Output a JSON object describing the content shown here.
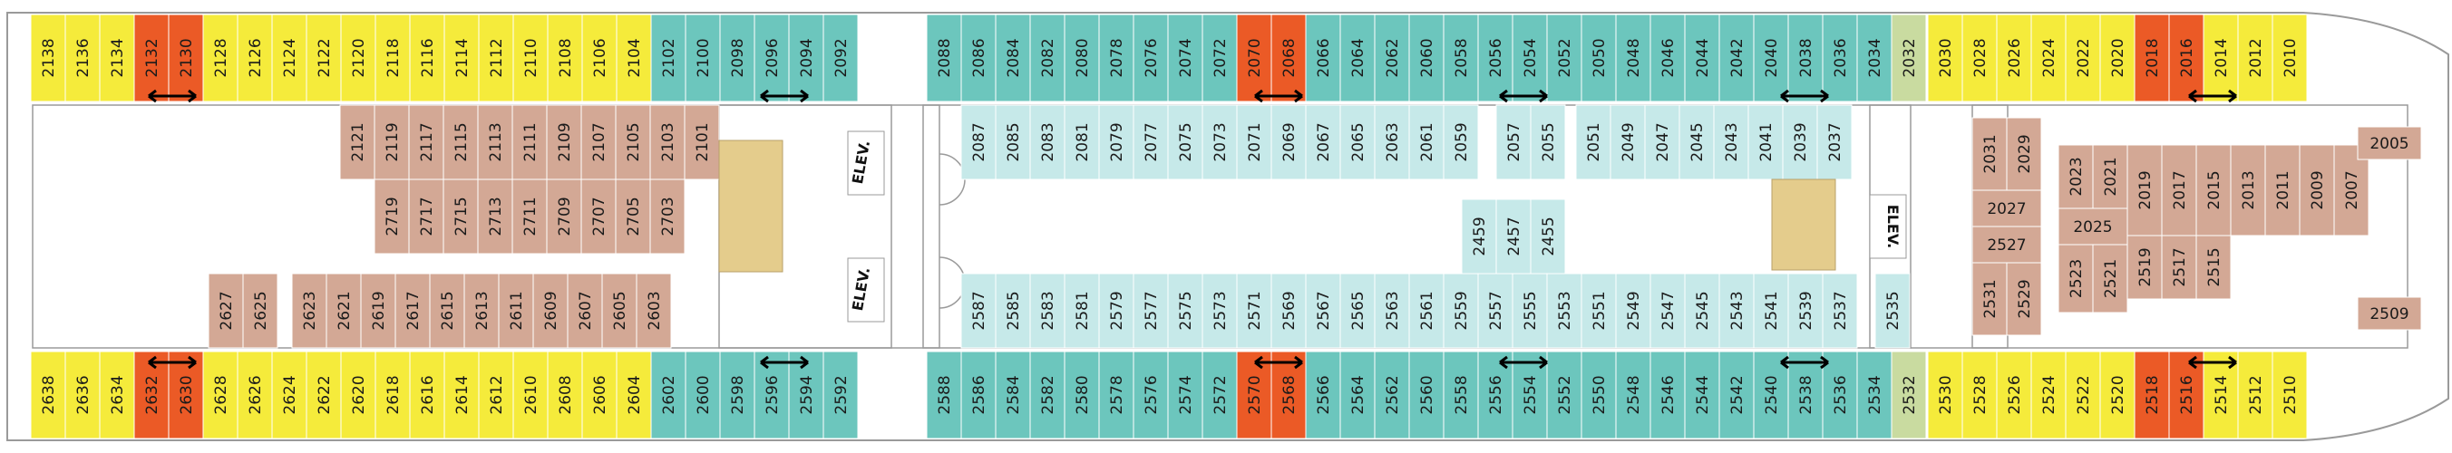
{
  "deck": {
    "elevator_label": "ELEV.",
    "colors": {
      "balcony": "#f5eb3b",
      "suite": "#eb5a26",
      "oceanview": "#6cc6bd",
      "interior": "#d3a895",
      "interior_light": "#c6e9e9",
      "special": "#c9dba0",
      "stairs": "#e4cc8c",
      "outline": "#9a9a9a"
    }
  },
  "rooms": {
    "top_row": [
      {
        "n": "2138",
        "c": "balcony"
      },
      {
        "n": "2136",
        "c": "balcony"
      },
      {
        "n": "2134",
        "c": "balcony"
      },
      {
        "n": "2132",
        "c": "suite"
      },
      {
        "n": "2130",
        "c": "suite"
      },
      {
        "n": "2128",
        "c": "balcony"
      },
      {
        "n": "2126",
        "c": "balcony"
      },
      {
        "n": "2124",
        "c": "balcony"
      },
      {
        "n": "2122",
        "c": "balcony"
      },
      {
        "n": "2120",
        "c": "balcony"
      },
      {
        "n": "2118",
        "c": "balcony"
      },
      {
        "n": "2116",
        "c": "balcony"
      },
      {
        "n": "2114",
        "c": "balcony"
      },
      {
        "n": "2112",
        "c": "balcony"
      },
      {
        "n": "2110",
        "c": "balcony"
      },
      {
        "n": "2108",
        "c": "balcony"
      },
      {
        "n": "2106",
        "c": "balcony"
      },
      {
        "n": "2104",
        "c": "balcony"
      },
      {
        "n": "2102",
        "c": "oceanview"
      },
      {
        "n": "2100",
        "c": "oceanview"
      },
      {
        "n": "2098",
        "c": "oceanview"
      },
      {
        "n": "2096",
        "c": "oceanview"
      },
      {
        "n": "2094",
        "c": "oceanview"
      },
      {
        "n": "2092",
        "c": "oceanview"
      },
      {
        "n": "2088",
        "c": "oceanview"
      },
      {
        "n": "2086",
        "c": "oceanview"
      },
      {
        "n": "2084",
        "c": "oceanview"
      },
      {
        "n": "2082",
        "c": "oceanview"
      },
      {
        "n": "2080",
        "c": "oceanview"
      },
      {
        "n": "2078",
        "c": "oceanview"
      },
      {
        "n": "2076",
        "c": "oceanview"
      },
      {
        "n": "2074",
        "c": "oceanview"
      },
      {
        "n": "2072",
        "c": "oceanview"
      },
      {
        "n": "2070",
        "c": "suite"
      },
      {
        "n": "2068",
        "c": "suite"
      },
      {
        "n": "2066",
        "c": "oceanview"
      },
      {
        "n": "2064",
        "c": "oceanview"
      },
      {
        "n": "2062",
        "c": "oceanview"
      },
      {
        "n": "2060",
        "c": "oceanview"
      },
      {
        "n": "2058",
        "c": "oceanview"
      },
      {
        "n": "2056",
        "c": "oceanview"
      },
      {
        "n": "2054",
        "c": "oceanview"
      },
      {
        "n": "2052",
        "c": "oceanview"
      },
      {
        "n": "2050",
        "c": "oceanview"
      },
      {
        "n": "2048",
        "c": "oceanview"
      },
      {
        "n": "2046",
        "c": "oceanview"
      },
      {
        "n": "2044",
        "c": "oceanview"
      },
      {
        "n": "2042",
        "c": "oceanview"
      },
      {
        "n": "2040",
        "c": "oceanview"
      },
      {
        "n": "2038",
        "c": "oceanview"
      },
      {
        "n": "2036",
        "c": "oceanview"
      },
      {
        "n": "2034",
        "c": "oceanview"
      },
      {
        "n": "2032",
        "c": "special"
      },
      {
        "n": "2030",
        "c": "balcony"
      },
      {
        "n": "2028",
        "c": "balcony"
      },
      {
        "n": "2026",
        "c": "balcony"
      },
      {
        "n": "2024",
        "c": "balcony"
      },
      {
        "n": "2022",
        "c": "balcony"
      },
      {
        "n": "2020",
        "c": "balcony"
      },
      {
        "n": "2018",
        "c": "suite"
      },
      {
        "n": "2016",
        "c": "suite"
      },
      {
        "n": "2014",
        "c": "balcony"
      },
      {
        "n": "2012",
        "c": "balcony"
      },
      {
        "n": "2010",
        "c": "balcony"
      }
    ],
    "bottom_row": [
      {
        "n": "2638",
        "c": "balcony"
      },
      {
        "n": "2636",
        "c": "balcony"
      },
      {
        "n": "2634",
        "c": "balcony"
      },
      {
        "n": "2632",
        "c": "suite"
      },
      {
        "n": "2630",
        "c": "suite"
      },
      {
        "n": "2628",
        "c": "balcony"
      },
      {
        "n": "2626",
        "c": "balcony"
      },
      {
        "n": "2624",
        "c": "balcony"
      },
      {
        "n": "2622",
        "c": "balcony"
      },
      {
        "n": "2620",
        "c": "balcony"
      },
      {
        "n": "2618",
        "c": "balcony"
      },
      {
        "n": "2616",
        "c": "balcony"
      },
      {
        "n": "2614",
        "c": "balcony"
      },
      {
        "n": "2612",
        "c": "balcony"
      },
      {
        "n": "2610",
        "c": "balcony"
      },
      {
        "n": "2608",
        "c": "balcony"
      },
      {
        "n": "2606",
        "c": "balcony"
      },
      {
        "n": "2604",
        "c": "balcony"
      },
      {
        "n": "2602",
        "c": "oceanview"
      },
      {
        "n": "2600",
        "c": "oceanview"
      },
      {
        "n": "2598",
        "c": "oceanview"
      },
      {
        "n": "2596",
        "c": "oceanview"
      },
      {
        "n": "2594",
        "c": "oceanview"
      },
      {
        "n": "2592",
        "c": "oceanview"
      },
      {
        "n": "2588",
        "c": "oceanview"
      },
      {
        "n": "2586",
        "c": "oceanview"
      },
      {
        "n": "2584",
        "c": "oceanview"
      },
      {
        "n": "2582",
        "c": "oceanview"
      },
      {
        "n": "2580",
        "c": "oceanview"
      },
      {
        "n": "2578",
        "c": "oceanview"
      },
      {
        "n": "2576",
        "c": "oceanview"
      },
      {
        "n": "2574",
        "c": "oceanview"
      },
      {
        "n": "2572",
        "c": "oceanview"
      },
      {
        "n": "2570",
        "c": "suite"
      },
      {
        "n": "2568",
        "c": "suite"
      },
      {
        "n": "2566",
        "c": "oceanview"
      },
      {
        "n": "2564",
        "c": "oceanview"
      },
      {
        "n": "2562",
        "c": "oceanview"
      },
      {
        "n": "2560",
        "c": "oceanview"
      },
      {
        "n": "2558",
        "c": "oceanview"
      },
      {
        "n": "2556",
        "c": "oceanview"
      },
      {
        "n": "2554",
        "c": "oceanview"
      },
      {
        "n": "2552",
        "c": "oceanview"
      },
      {
        "n": "2550",
        "c": "oceanview"
      },
      {
        "n": "2548",
        "c": "oceanview"
      },
      {
        "n": "2546",
        "c": "oceanview"
      },
      {
        "n": "2544",
        "c": "oceanview"
      },
      {
        "n": "2542",
        "c": "oceanview"
      },
      {
        "n": "2540",
        "c": "oceanview"
      },
      {
        "n": "2538",
        "c": "oceanview"
      },
      {
        "n": "2536",
        "c": "oceanview"
      },
      {
        "n": "2534",
        "c": "oceanview"
      },
      {
        "n": "2532",
        "c": "special"
      },
      {
        "n": "2530",
        "c": "balcony"
      },
      {
        "n": "2528",
        "c": "balcony"
      },
      {
        "n": "2526",
        "c": "balcony"
      },
      {
        "n": "2524",
        "c": "balcony"
      },
      {
        "n": "2522",
        "c": "balcony"
      },
      {
        "n": "2520",
        "c": "balcony"
      },
      {
        "n": "2518",
        "c": "suite"
      },
      {
        "n": "2516",
        "c": "suite"
      },
      {
        "n": "2514",
        "c": "balcony"
      },
      {
        "n": "2512",
        "c": "balcony"
      },
      {
        "n": "2510",
        "c": "balcony"
      }
    ],
    "left_interior_upper": [
      "2121",
      "2119",
      "2117",
      "2115",
      "2113",
      "2111",
      "2109",
      "2107",
      "2105",
      "2103",
      "2101"
    ],
    "left_interior_upper2": [
      "2719",
      "2717",
      "2715",
      "2713",
      "2711",
      "2709",
      "2707",
      "2705",
      "2703"
    ],
    "left_interior_lower": [
      "2627",
      "2625",
      "2623",
      "2621",
      "2619",
      "2617",
      "2615",
      "2613",
      "2611",
      "2609",
      "2607",
      "2605",
      "2603"
    ],
    "mid_interior_upper": [
      "2087",
      "2085",
      "2083",
      "2081",
      "2079",
      "2077",
      "2075",
      "2073",
      "2071",
      "2069",
      "2067",
      "2065",
      "2063",
      "2061",
      "2059"
    ],
    "mid_interior_upper_b": [
      "2057",
      "2055"
    ],
    "mid_interior_upper_c": [
      "2051",
      "2049",
      "2047",
      "2045",
      "2043",
      "2041",
      "2039",
      "2037"
    ],
    "mid_center": [
      "2459",
      "2457",
      "2455"
    ],
    "mid_interior_lower": [
      "2587",
      "2585",
      "2583",
      "2581",
      "2579",
      "2577",
      "2575",
      "2573",
      "2571",
      "2569",
      "2567",
      "2565",
      "2563",
      "2561",
      "2559",
      "2557",
      "2555",
      "2553",
      "2551",
      "2549",
      "2547",
      "2545",
      "2543",
      "2541",
      "2539",
      "2537"
    ],
    "mid_single": "2535",
    "fwd_col1": [
      "2031",
      "2029",
      "2027",
      "2527",
      "2531",
      "2529"
    ],
    "fwd_col2": [
      "2023",
      "2021",
      "2025",
      "2523",
      "2521"
    ],
    "fwd_col3": [
      "2019",
      "2017",
      "2015",
      "2013",
      "2011",
      "2009",
      "2007"
    ],
    "fwd_col4": [
      "2519",
      "2517",
      "2515"
    ],
    "fwd_extra": [
      "2005",
      "2509"
    ]
  }
}
